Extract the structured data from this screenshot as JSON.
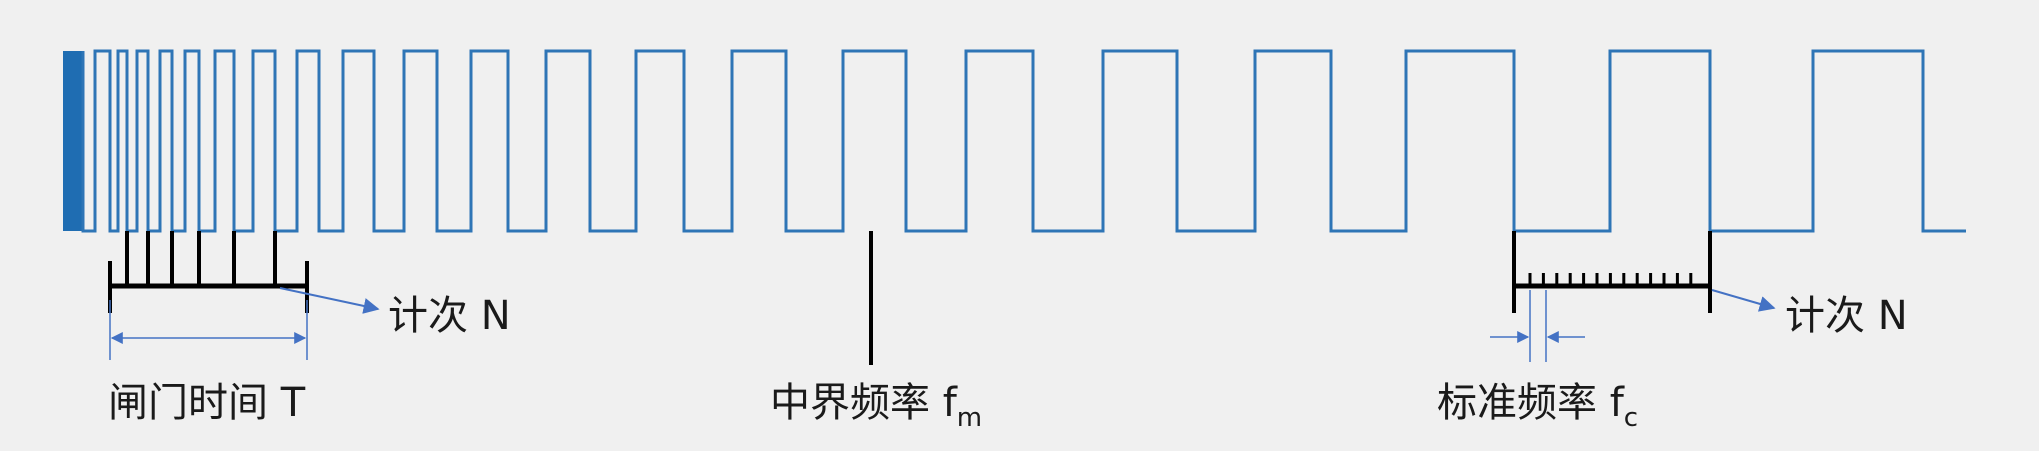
{
  "labels": {
    "count_left": "计次 N",
    "count_right": "计次 N",
    "gate_time": "闸门时间 T",
    "crossover_freq": "中界频率 f",
    "crossover_sub": "m",
    "standard_freq": "标准频率 f",
    "standard_sub": "c"
  },
  "colors": {
    "signal": "#2e75b6",
    "signal_dense": "#1f6db2",
    "marker": "#000000",
    "arrow": "#4472c4",
    "background": "#f0f0f0"
  }
}
